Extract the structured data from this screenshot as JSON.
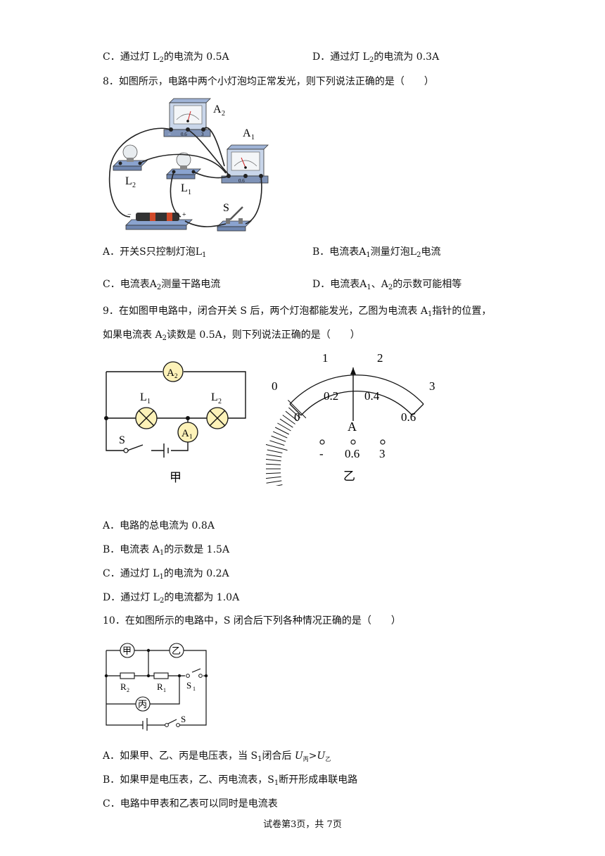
{
  "q7": {
    "opt_c": {
      "pre": "C．通过灯 L",
      "sub": "2",
      "post": "的电流为 0.5A"
    },
    "opt_d": {
      "pre": "D．通过灯 L",
      "sub": "2",
      "post": "的电流为 0.3A"
    }
  },
  "q8": {
    "stem": "8．如图所示，电路中两个小灯泡均正常发光，则下列说法正确的是（　　）",
    "figure_labels": {
      "a2": "A",
      "a2_sub": "2",
      "a1": "A",
      "a1_sub": "1",
      "l2": "L",
      "l2_sub": "2",
      "l1": "L",
      "l1_sub": "1",
      "s": "S",
      "minus": "−",
      "plus": "+",
      "scale_06": "0.6",
      "scale_3": "3"
    },
    "opt_a": {
      "pre": "A．开关S只控制灯泡L",
      "sub": "1",
      "post": ""
    },
    "opt_b": {
      "pre": "B．电流表A",
      "sub": "1",
      "mid": "测量灯泡L",
      "sub2": "2",
      "post": "电流"
    },
    "opt_c": {
      "pre": "C．电流表A",
      "sub": "2",
      "post": "测量干路电流"
    },
    "opt_d": {
      "pre": "D．电流表A",
      "sub": "1",
      "mid": "、A",
      "sub2": "2",
      "post": "的示数可能相等"
    }
  },
  "q9": {
    "stem1_pre": "9．在如图甲电路中，闭合开关 S 后，两个灯泡都能发光，乙图为电流表 A",
    "stem1_sub": "1",
    "stem1_post": "指针的位置，",
    "stem2_pre": "如果电流表 A",
    "stem2_sub": "2",
    "stem2_post": "读数是 0.5A，则下列说法正确的是（　　）",
    "jia": {
      "a2": "A",
      "a2_sub": "2",
      "l1": "L",
      "l1_sub": "1",
      "l2": "L",
      "l2_sub": "2",
      "a1": "A",
      "a1_sub": "1",
      "s": "S",
      "caption": "甲"
    },
    "yi": {
      "top_ticks": [
        "0",
        "1",
        "2",
        "3"
      ],
      "bottom_ticks": [
        "0",
        "0.2",
        "0.4",
        "0.6"
      ],
      "meter": "A",
      "terminals": [
        "-",
        "0.6",
        "3"
      ],
      "caption": "乙"
    },
    "opt_a": "A．电路的总电流为 0.8A",
    "opt_b": {
      "pre": "B．电流表 A",
      "sub": "1",
      "post": "的示数是 1.5A"
    },
    "opt_c": {
      "pre": "C．通过灯 L",
      "sub": "1",
      "post": "的电流为 0.2A"
    },
    "opt_d": {
      "pre": "D．通过灯 L",
      "sub": "2",
      "post": "的电流都为 1.0A"
    }
  },
  "q10": {
    "stem": "10．在如图所示的电路中，S 闭合后下列各种情况正确的是（　　）",
    "fig": {
      "jia": "甲",
      "yi": "乙",
      "bing": "丙",
      "r2": "R",
      "r2_sub": "2",
      "r1": "R",
      "r1_sub": "1",
      "s1": "S",
      "s1_sub": "1",
      "s": "S"
    },
    "opt_a": {
      "pre": "A．如果甲、乙、丙是电压表，当 S",
      "sub": "1",
      "mid": "闭合后 ",
      "u1": "U",
      "u1_sub": "丙",
      "gt": ">",
      "u2": "U",
      "u2_sub": "乙"
    },
    "opt_b": {
      "pre": "B．如果甲是电压表，乙、丙电流表，S",
      "sub": "1",
      "post": "断开形成串联电路"
    },
    "opt_c": "C．电路中甲表和乙表可以同时是电流表"
  },
  "footer": "试卷第3页，共 7页"
}
